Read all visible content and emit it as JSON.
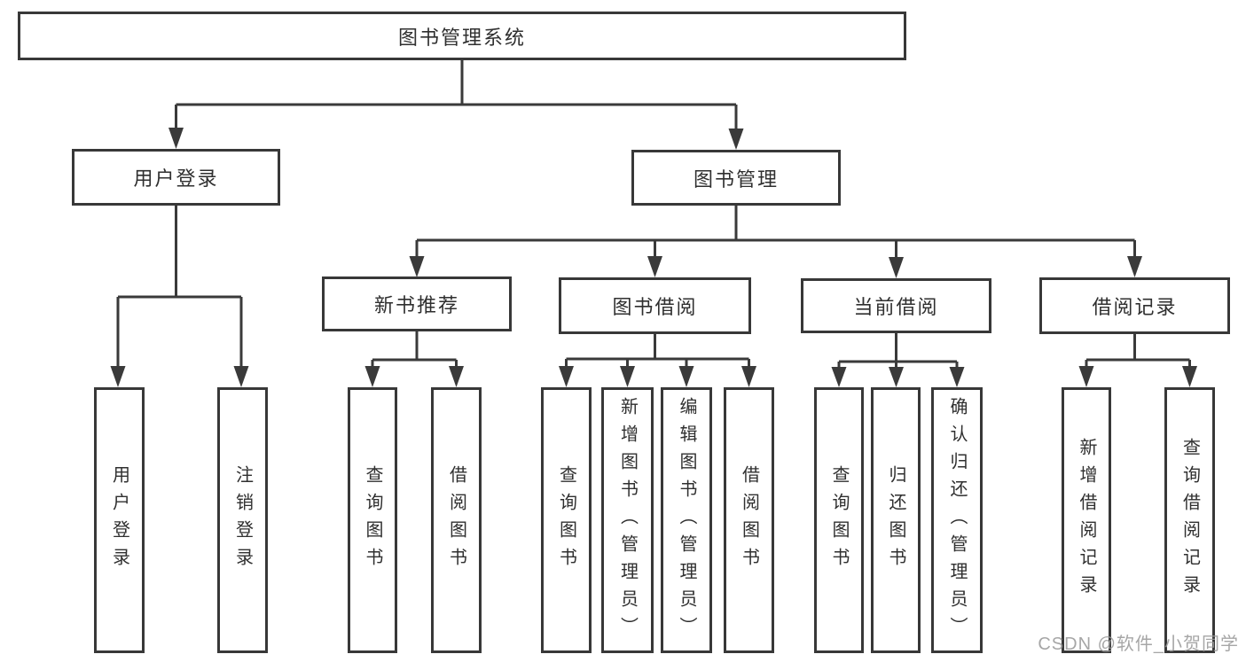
{
  "root": {
    "label": "图书管理系统"
  },
  "branches": [
    {
      "id": "user-login",
      "label": "用户登录",
      "children": [
        {
          "label": "用户登录"
        },
        {
          "label": "注销登录"
        }
      ]
    },
    {
      "id": "book-management",
      "label": "图书管理",
      "modules": [
        {
          "label": "新书推荐",
          "children": [
            {
              "label": "查询图书"
            },
            {
              "label": "借阅图书"
            }
          ]
        },
        {
          "label": "图书借阅",
          "children": [
            {
              "label": "查询图书"
            },
            {
              "label": "新增图书（管理员）"
            },
            {
              "label": "编辑图书（管理员）"
            },
            {
              "label": "借阅图书"
            }
          ]
        },
        {
          "label": "当前借阅",
          "children": [
            {
              "label": "查询图书"
            },
            {
              "label": "归还图书"
            },
            {
              "label": "确认归还（管理员）"
            }
          ]
        },
        {
          "label": "借阅记录",
          "children": [
            {
              "label": "新增借阅记录"
            },
            {
              "label": "查询借阅记录"
            }
          ]
        }
      ]
    }
  ],
  "watermark": "CSDN @软件_小贺同学",
  "colors": {
    "line": "#3a3a3a",
    "text": "#2f2f2f",
    "watermark": "#9a9a9a",
    "background": "#ffffff"
  }
}
